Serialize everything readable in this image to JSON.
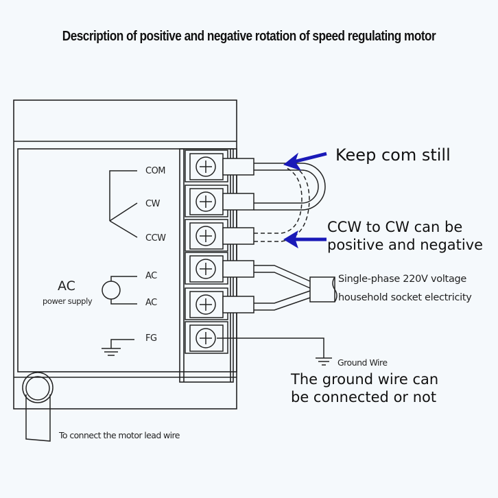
{
  "title": "Description of positive and negative rotation of speed regulating motor",
  "terminals": [
    {
      "label": "COM"
    },
    {
      "label": "CW"
    },
    {
      "label": "CCW"
    },
    {
      "label": "AC"
    },
    {
      "label": "AC"
    },
    {
      "label": "FG"
    }
  ],
  "power_source": {
    "label": "AC",
    "sublabel": "power supply"
  },
  "annotations": {
    "keep_com": "Keep com still",
    "ccw_cw_line1": "CCW to CW can be",
    "ccw_cw_line2": "positive and negative",
    "supply_line1": "Single-phase 220V voltage",
    "supply_line2": "household socket electricity",
    "ground_wire": "Ground Wire",
    "ground_note_line1": "The ground wire can",
    "ground_note_line2": "be connected or not",
    "motor_lead": "To connect the motor lead wire"
  },
  "colors": {
    "arrow": "#1a1ab8",
    "line": "#222222",
    "background": "#f5f9fc"
  }
}
